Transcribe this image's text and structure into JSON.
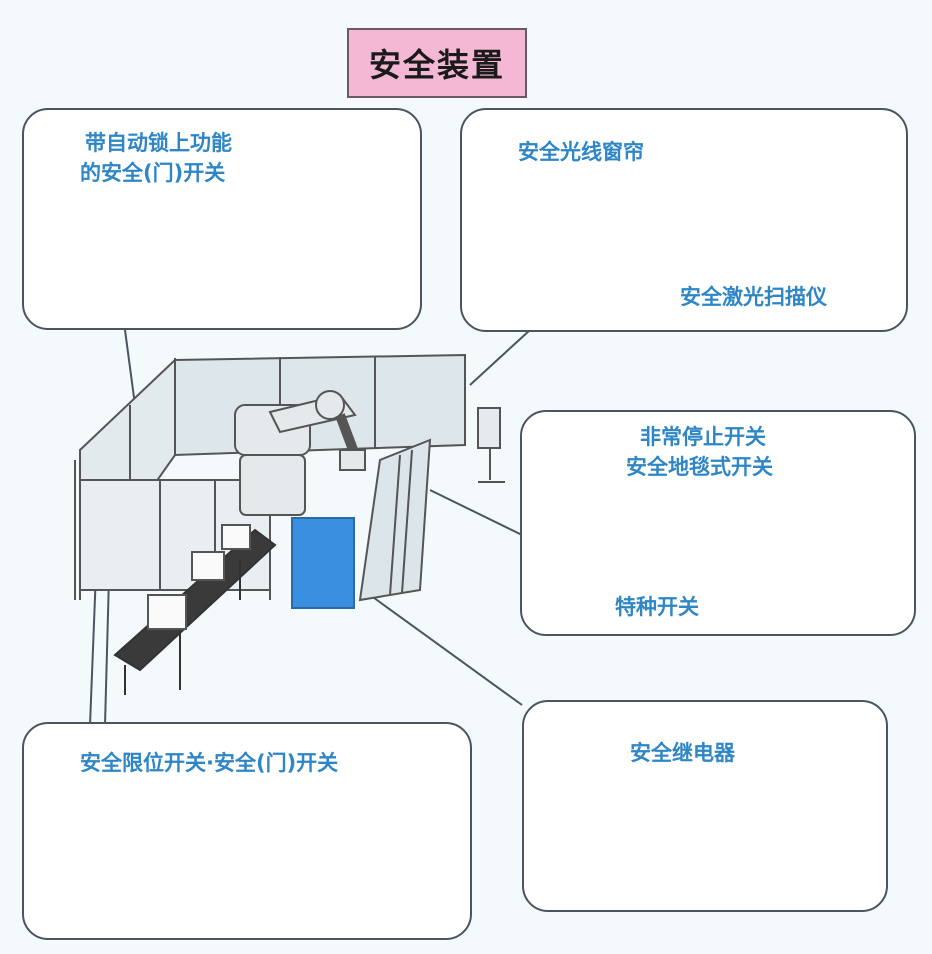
{
  "title": "安全装置",
  "panels": {
    "door_lock": {
      "line1": "带自动锁上功能",
      "line2": "的安全(门)开关"
    },
    "light_curtain": {
      "label1": "安全光线窗帘",
      "label2": "安全激光扫描仪"
    },
    "emergency": {
      "line1": "非常停止开关",
      "line2": "安全地毯式开关",
      "label3": "特种开关"
    },
    "limit_switch": {
      "label": "安全限位开关·安全(门)开关"
    },
    "relay": {
      "label": "安全继电器"
    }
  },
  "colors": {
    "accent_blue": "#2f86c6",
    "title_bg": "#f4b8d4",
    "device_blue": "#3a8fe0"
  }
}
